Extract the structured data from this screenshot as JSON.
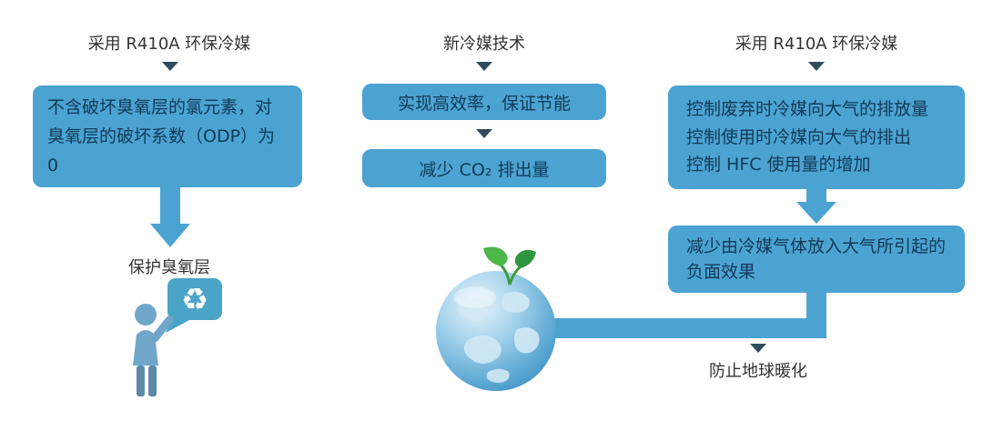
{
  "diagram": {
    "left": {
      "title": "采用 R410A 环保冷媒",
      "box1": "不含破坏臭氧层的氯元素，对臭氧层的破坏系数（ODP）为 0",
      "result": "保护臭氧层",
      "icon": "person-with-recycle-speech-bubble"
    },
    "middle": {
      "title": "新冷媒技术",
      "box1": "实现高效率，保证节能",
      "box2": "减少 CO₂ 排出量",
      "icon": "earth-globe-with-green-sprout"
    },
    "right": {
      "title": "采用 R410A 环保冷媒",
      "box1_lines": [
        "控制废弃时冷媒向大气的排放量",
        "控制使用时冷媒向大气的排出",
        "控制 HFC 使用量的增加"
      ],
      "box2": "减少由冷媒气体放入大气所引起的负面效果",
      "result": "防止地球暖化"
    }
  },
  "colors": {
    "box_blue": "#4BA3D2",
    "box_text": "#123A57",
    "title_text": "#333333",
    "triangle_dark": "#2F4B5E",
    "connector_blue": "#4BA3D2",
    "leaf_green": "#4DB848",
    "globe_blue": "#4A9CD0"
  }
}
